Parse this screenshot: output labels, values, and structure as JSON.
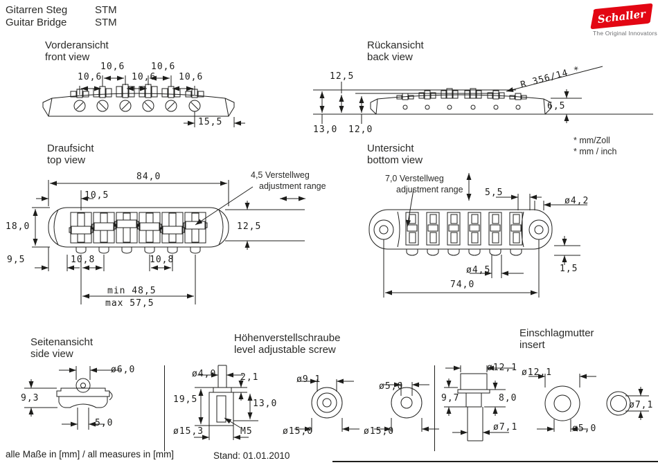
{
  "header": {
    "title_de": "Gitarren Steg",
    "title_en": "Guitar Bridge",
    "model_de": "STM",
    "model_en": "STM"
  },
  "logo": {
    "brand": "Schaller",
    "tagline": "The Original Innovators",
    "brand_red": "#e30613"
  },
  "notes": {
    "unit_de": "* mm/Zoll",
    "unit_en": "* mm / inch"
  },
  "views": {
    "front": {
      "title_de": "Vorderansicht",
      "title_en": "front view",
      "dims": {
        "s1": "10,6",
        "s2": "10,6",
        "s3": "10,6",
        "s4": "10,6",
        "s5": "10,6",
        "end": "15,5"
      }
    },
    "back": {
      "title_de": "Rückansicht",
      "title_en": "back view",
      "dims": {
        "d125": "12,5",
        "d130": "13,0",
        "d120": "12,0",
        "radius": "R 356/14 *",
        "d65": "6,5"
      }
    },
    "top": {
      "title_de": "Draufsicht",
      "title_en": "top view",
      "dims": {
        "len": "84,0",
        "off": "10,5",
        "wid": "18,0",
        "sad": "12,5",
        "end": "9,5",
        "p1": "10,8",
        "p2": "10,8",
        "min": "min 48,5",
        "max": "max 57,5"
      },
      "adjust": {
        "l1": "4,5 Verstellweg",
        "l2": "adjustment range"
      }
    },
    "bottom": {
      "title_de": "Untersicht",
      "title_en": "bottom view",
      "dims": {
        "slot": "5,5",
        "hole": "ø4,2",
        "screw": "ø4,5",
        "step": "1,5",
        "pitch": "74,0"
      },
      "adjust": {
        "l1": "7,0 Verstellweg",
        "l2": "adjustment range"
      }
    },
    "side": {
      "title_de": "Seitenansicht",
      "title_en": "side view",
      "dims": {
        "roller": "ø6,0",
        "height": "9,3",
        "screw": "5,0"
      }
    },
    "screw": {
      "title_de": "Höhenverstellschraube",
      "title_en": "level adjustable screw",
      "dims": {
        "shaft": "ø4,0",
        "cap": "2,1",
        "height": "19,5",
        "depth": "13,0",
        "base": "ø15,3",
        "thread": "M5",
        "d1": "ø9,1",
        "d2": "ø15,0",
        "d3": "ø5,0",
        "d4": "ø15,0"
      }
    },
    "insert": {
      "title_de": "Einschlagmutter",
      "title_en": "insert",
      "dims": {
        "head": "ø12,1",
        "height": "9,7",
        "knurl": "8,0",
        "shaft": "ø7,1",
        "front": "ø12,1",
        "hole": "ø5,0",
        "ring": "ø7,1"
      }
    }
  },
  "footer": {
    "measures": "alle Maße in [mm] / all measures in [mm]",
    "date": "Stand: 01.01.2010"
  }
}
